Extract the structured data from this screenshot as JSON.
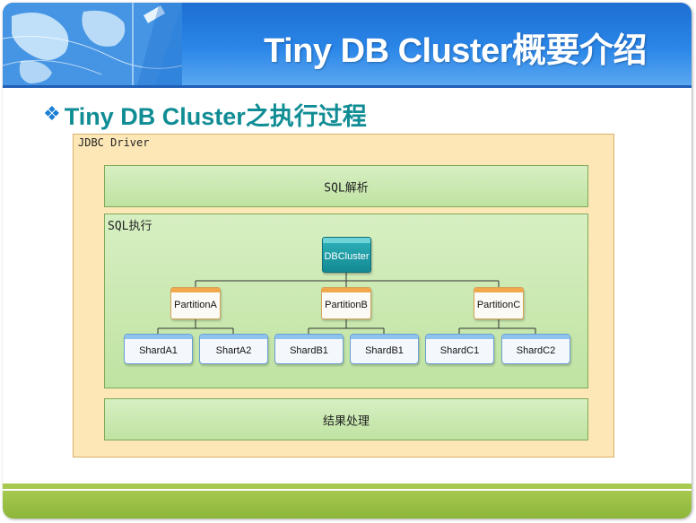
{
  "header": {
    "title": "Tiny DB Cluster概要介绍"
  },
  "heading": {
    "bullet": "❖",
    "text": "Tiny DB Cluster之执行过程"
  },
  "diagram": {
    "outer_label": "JDBC Driver",
    "parse_label": "SQL解析",
    "exec_label": "SQL执行",
    "result_label": "结果处理",
    "root": "DBCluster",
    "partitions": [
      {
        "label": "PartitionA",
        "shards": [
          "ShardA1",
          "ShartA2"
        ]
      },
      {
        "label": "PartitionB",
        "shards": [
          "ShardB1",
          "ShardB1"
        ]
      },
      {
        "label": "PartitionC",
        "shards": [
          "ShardC1",
          "ShardC2"
        ]
      }
    ]
  },
  "colors": {
    "header_blue": "#2a86e8",
    "heading_teal": "#108d94",
    "outer_fill": "#fde7b6",
    "green_fill": "#c9e8ad",
    "root_teal": "#138a94",
    "partition_orange": "#f0a84a",
    "shard_blue": "#8ec3ee",
    "footer_green": "#a6c94e"
  }
}
